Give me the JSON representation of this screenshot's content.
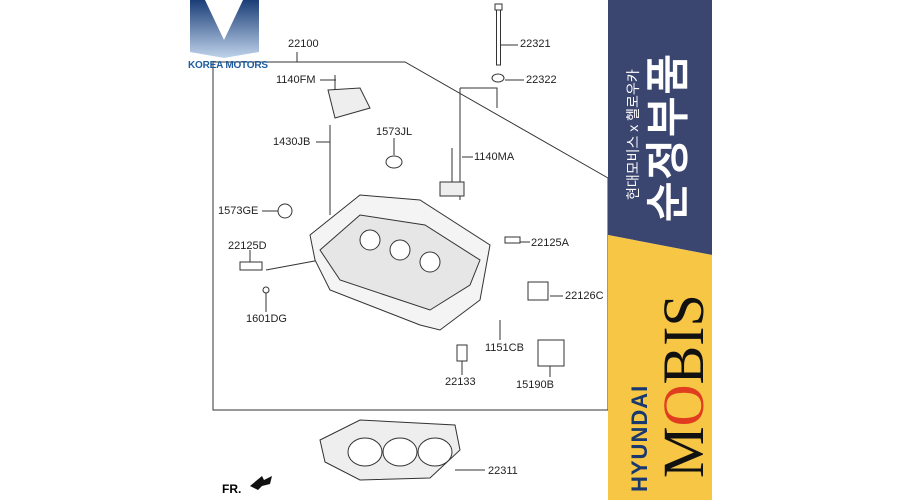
{
  "logo": {
    "text": "KOREA MOTORS"
  },
  "banner": {
    "subtitle_kr": "현대모비스 x 헬로우카",
    "title_kr": "순정부품",
    "brand_top": "HYUNDAI",
    "brand_main_pre": "M",
    "brand_main_o": "O",
    "brand_main_post": "BIS",
    "colors": {
      "navy": "#3b4670",
      "yellow": "#f7c644"
    }
  },
  "parts": [
    {
      "id": "22100"
    },
    {
      "id": "22321"
    },
    {
      "id": "22322"
    },
    {
      "id": "1140FM"
    },
    {
      "id": "1430JB"
    },
    {
      "id": "1573JL"
    },
    {
      "id": "1140MA"
    },
    {
      "id": "1573GE"
    },
    {
      "id": "22125D"
    },
    {
      "id": "22125A"
    },
    {
      "id": "22126C"
    },
    {
      "id": "1601DG"
    },
    {
      "id": "1151CB"
    },
    {
      "id": "22133"
    },
    {
      "id": "15190B"
    },
    {
      "id": "22311"
    }
  ],
  "front_indicator": "FR."
}
